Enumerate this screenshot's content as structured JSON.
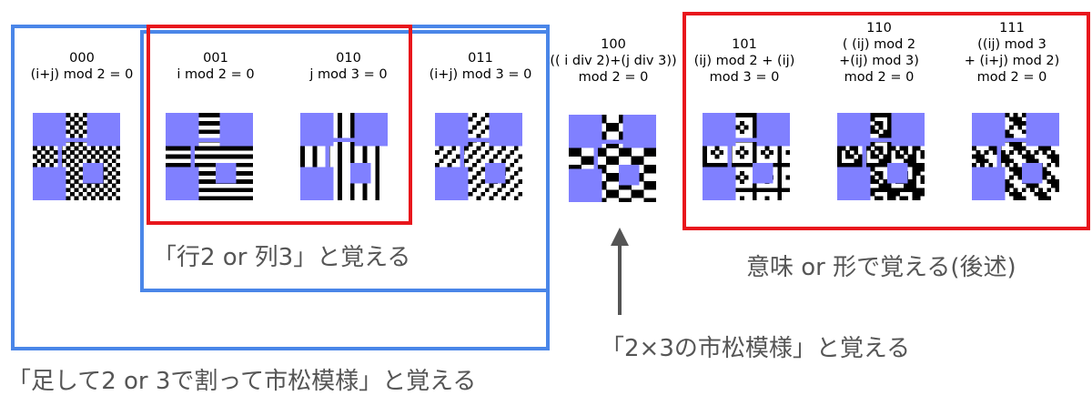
{
  "masks": [
    {
      "code": "000",
      "formula": "(i+j) mod 2 = 0",
      "kind": "m0"
    },
    {
      "code": "001",
      "formula": "i mod 2 = 0",
      "kind": "m1"
    },
    {
      "code": "010",
      "formula": "j mod 3 = 0",
      "kind": "m2"
    },
    {
      "code": "011",
      "formula": "(i+j) mod 3 = 0",
      "kind": "m3"
    },
    {
      "code": "100",
      "formula": "(( i div 2)+(j div 3))\nmod 2 = 0",
      "kind": "m4"
    },
    {
      "code": "101",
      "formula": "(ij) mod 2 + (ij)\nmod 3 = 0",
      "kind": "m5"
    },
    {
      "code": "110",
      "formula": "( (ij) mod 2\n+(ij) mod 3)\nmod 2 = 0",
      "kind": "m6"
    },
    {
      "code": "111",
      "formula": "((ij) mod 3\n+ (i+j) mod 2)\nmod 2 = 0",
      "kind": "m7"
    }
  ],
  "captions": {
    "row_col": "「行2 or 列3」と覚える",
    "meaning": "意味 or 形で覚える(後述)",
    "checker": "「2×3の市松模様」と覚える",
    "sum": "「足して2 or 3で割って市松模様」と覚える"
  },
  "colors": {
    "finder": "#8080ff",
    "blue_frame": "#4a86e8",
    "red_frame": "#e8161c",
    "arrow": "#555555"
  }
}
